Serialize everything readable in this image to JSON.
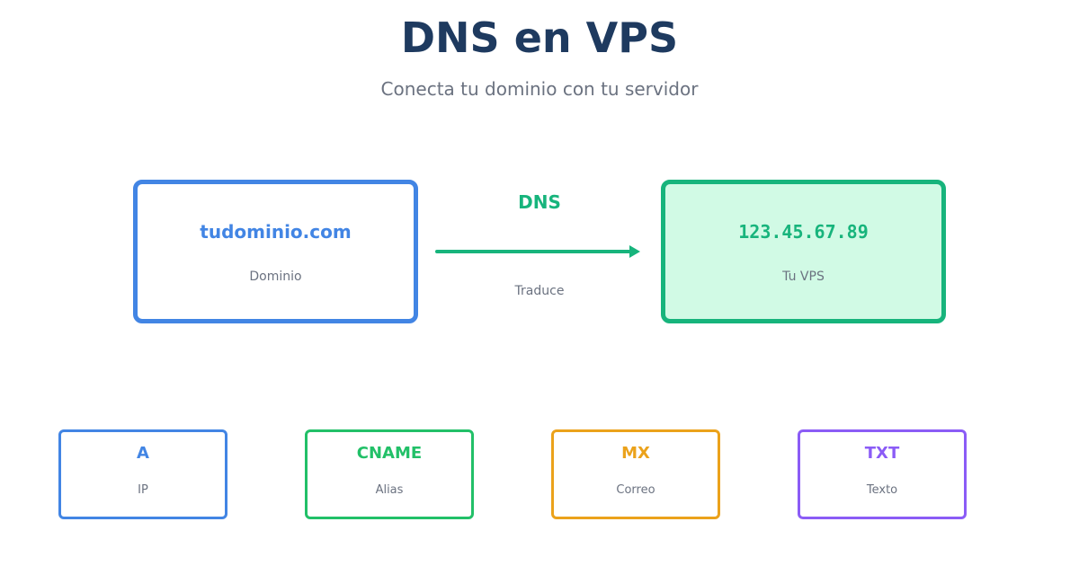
{
  "header": {
    "title": "DNS en VPS",
    "subtitle": "Conecta tu dominio con tu servidor"
  },
  "flow": {
    "source": {
      "value": "tudominio.com",
      "caption": "Dominio"
    },
    "arrow": {
      "label": "DNS",
      "caption": "Traduce"
    },
    "target": {
      "value": "123.45.67.89",
      "caption": "Tu VPS"
    }
  },
  "records": [
    {
      "type": "A",
      "desc": "IP",
      "color": "#4285e4"
    },
    {
      "type": "CNAME",
      "desc": "Alias",
      "color": "#22c068"
    },
    {
      "type": "MX",
      "desc": "Correo",
      "color": "#eba21b"
    },
    {
      "type": "TXT",
      "desc": "Texto",
      "color": "#8b5cf6"
    }
  ],
  "colors": {
    "title": "#1e3a5f",
    "domain": "#4285e4",
    "vps": "#17b47c",
    "vps_fill": "#d1fae5",
    "muted": "#6b7280"
  }
}
